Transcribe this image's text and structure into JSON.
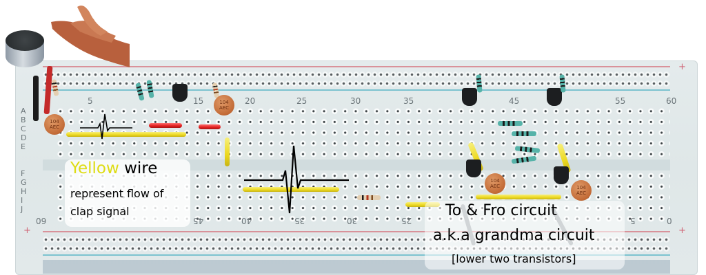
{
  "image": {
    "description": "Breadboard clap-switch circuit with annotations",
    "colors": {
      "signal_wire": "#ecd81e",
      "accent_text": "#dedc12",
      "board": "#e2e9ea",
      "rail_red": "#d9929a",
      "rail_blue": "#7cc3cf"
    }
  },
  "board": {
    "row_labels_top": [
      "A",
      "B",
      "C",
      "D",
      "E"
    ],
    "row_labels_bottom": [
      "F",
      "G",
      "H",
      "I",
      "J"
    ],
    "column_numbers_top": [
      "5",
      "15",
      "20",
      "25",
      "30",
      "35",
      "45",
      "55",
      "60"
    ],
    "column_numbers_bottom": [
      "60",
      "45",
      "40",
      "35",
      "30",
      "25",
      "5",
      "0"
    ],
    "rail_symbol_plus": "+",
    "capacitor_label_line1": "104",
    "capacitor_label_line2": "AEC"
  },
  "annotations": {
    "yellow_wire": {
      "highlight": "Yellow",
      "title_rest": "wire",
      "line1": "represent flow of",
      "line2": "clap signal"
    },
    "to_fro": {
      "line1": "To & Fro  circuit",
      "line2": "a.k.a grandma circuit",
      "line3": "[lower two transistors]"
    }
  },
  "icons": {
    "microphone": "electret-microphone-icon",
    "clapping_hands": "clapping-hands-icon",
    "pulse_small": "signal-pulse-icon",
    "pulse_large": "signal-pulse-icon"
  }
}
